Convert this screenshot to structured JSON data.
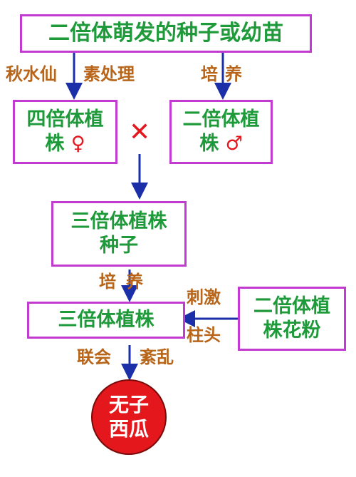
{
  "diagram": {
    "top_box": "二倍体萌发的种子或幼苗",
    "step_treat_a": "秋水仙",
    "step_treat_b": "素处理",
    "step_culture_top": "培养",
    "tetraploid_line1": "四倍体植",
    "tetraploid_line2": "株",
    "female_symbol": "♀",
    "diploid_line1": "二倍体植",
    "diploid_line2": "株",
    "male_symbol": "♂",
    "cross_symbol": "✕",
    "triploid_seed_line1": "三倍体植株",
    "triploid_seed_line2": "种子",
    "step_culture_mid": "培养",
    "triploid_plant": "三倍体植株",
    "pollen_line1": "二倍体植",
    "pollen_line2": "株花粉",
    "stimulate_line1": "刺激",
    "stimulate_line2": "柱头",
    "meiosis_a": "联会",
    "meiosis_b": "紊乱",
    "result_line1": "无子",
    "result_line2": "西瓜"
  },
  "colors": {
    "box_border": "#c23bd0",
    "box_text": "#1f9a3a",
    "label_text": "#b8651a",
    "arrow": "#1b2fa8",
    "cross": "#e4171d",
    "result_fill": "#e4171d"
  }
}
